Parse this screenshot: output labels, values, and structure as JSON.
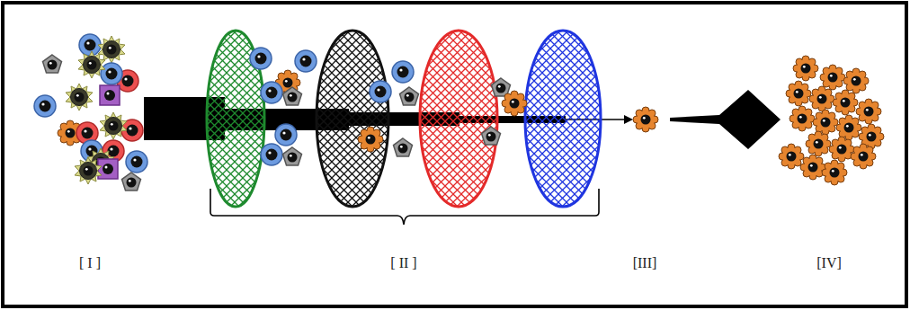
{
  "diagram": {
    "labels": [
      "[ I ]",
      "[ II ]",
      "[III]",
      "[IV]"
    ]
  }
}
